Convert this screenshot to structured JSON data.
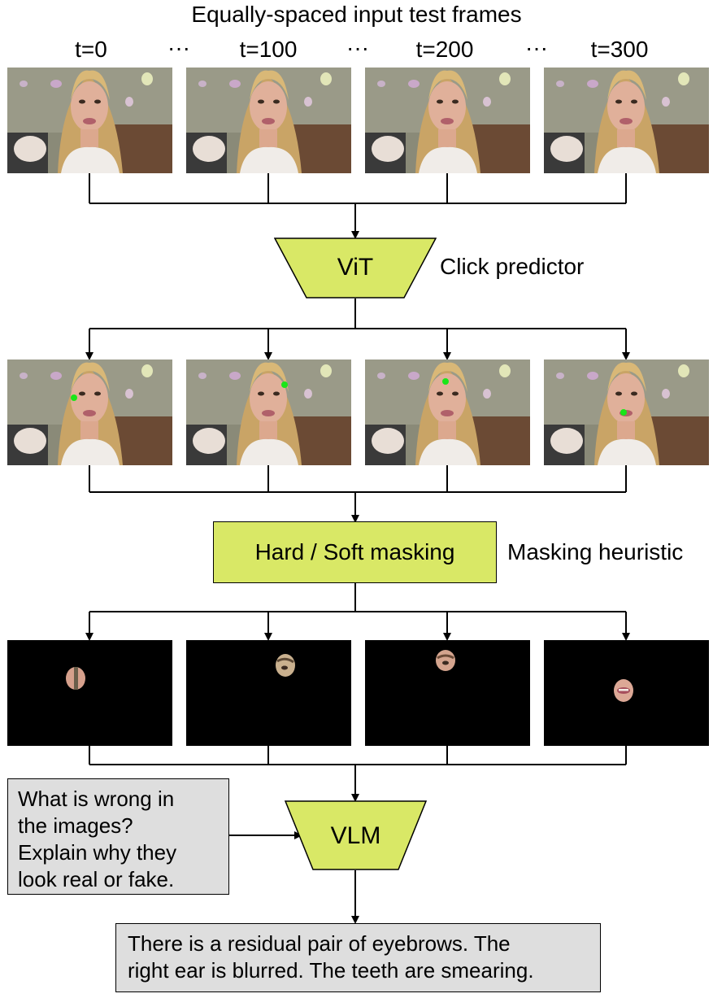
{
  "header": {
    "title": "Equally-spaced input test frames",
    "timestamps": [
      "t=0",
      "t=100",
      "t=200",
      "t=300"
    ],
    "ellipsis": "···"
  },
  "vit": {
    "label": "ViT",
    "caption": "Click predictor"
  },
  "masking": {
    "label": "Hard / Soft masking",
    "caption": "Masking heuristic"
  },
  "vlm": {
    "label": "VLM"
  },
  "prompt": {
    "text": "What is wrong in\nthe images?\nExplain why they\nlook real or fake."
  },
  "output": {
    "text": "There is a residual pair of eyebrows. The\nright ear is blurred. The teeth are smearing."
  },
  "colors": {
    "accent": "#d9e866",
    "click_point": "#19e619",
    "prompt_bg": "#dedede"
  },
  "icons": {
    "frame": "video-frame-thumbnail",
    "masked": "masked-frame-thumbnail"
  }
}
